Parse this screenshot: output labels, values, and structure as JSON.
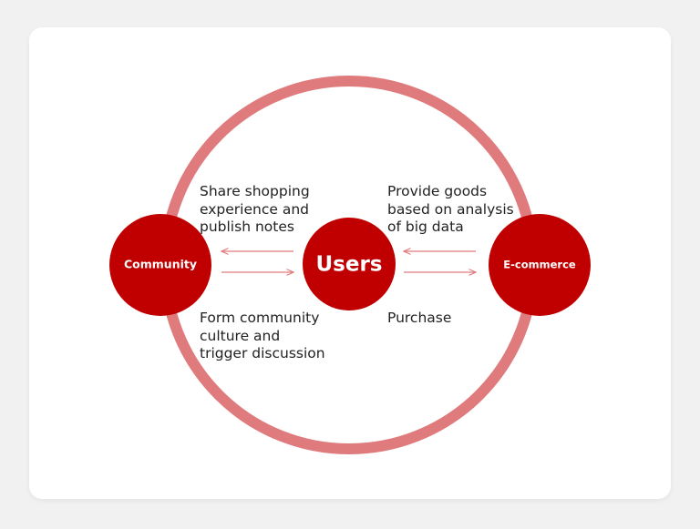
{
  "colors": {
    "ring": "#e07b7d",
    "node": "#c00000",
    "arrow": "#e07b7d",
    "text": "#222222"
  },
  "nodes": {
    "community": "Community",
    "users": "Users",
    "ecommerce": "E-commerce"
  },
  "annotations": {
    "share": [
      "Share shopping",
      "experience and",
      "publish notes"
    ],
    "provide": [
      "Provide goods",
      "based on analysis",
      "of big data"
    ],
    "form": [
      "Form community",
      "culture and",
      "trigger discussion"
    ],
    "purchase": [
      "Purchase"
    ]
  }
}
